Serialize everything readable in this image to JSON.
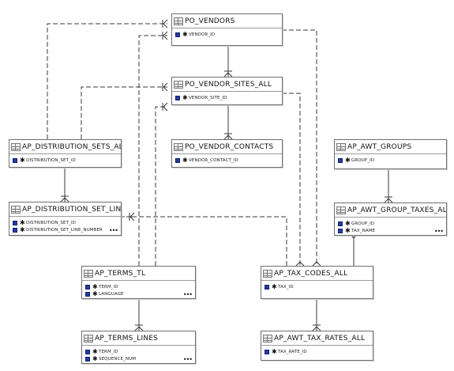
{
  "entities": {
    "po_vendors": {
      "name": "PO_VENDORS",
      "fields": [
        {
          "name": "VENDOR_ID"
        }
      ]
    },
    "po_vendor_sites_all": {
      "name": "PO_VENDOR_SITES_ALL",
      "fields": [
        {
          "name": "VENDOR_SITE_ID"
        }
      ]
    },
    "po_vendor_contacts": {
      "name": "PO_VENDOR_CONTACTS",
      "fields": [
        {
          "name": "VENDOR_CONTACT_ID"
        }
      ]
    },
    "ap_distribution_sets_all": {
      "name": "AP_DISTRIBUTION_SETS_ALL",
      "fields": [
        {
          "name": "DISTRIBUTION_SET_ID"
        }
      ]
    },
    "ap_distribution_set_lines_all": {
      "name": "AP_DISTRIBUTION_SET_LINES_A",
      "fields": [
        {
          "name": "DISTRIBUTION_SET_ID"
        },
        {
          "name": "DISTRIBUTION_SET_LINE_NUMBER"
        }
      ],
      "more": "•••"
    },
    "ap_awt_groups": {
      "name": "AP_AWT_GROUPS",
      "fields": [
        {
          "name": "GROUP_ID"
        }
      ]
    },
    "ap_awt_group_taxes_all": {
      "name": "AP_AWT_GROUP_TAXES_ALL",
      "fields": [
        {
          "name": "GROUP_ID"
        },
        {
          "name": "TAX_NAME"
        }
      ],
      "more": "•••"
    },
    "ap_terms_tl": {
      "name": "AP_TERMS_TL",
      "fields": [
        {
          "name": "TERM_ID"
        },
        {
          "name": "LANGUAGE"
        }
      ],
      "more": "•••"
    },
    "ap_tax_codes_all": {
      "name": "AP_TAX_CODES_ALL",
      "fields": [
        {
          "name": "TAX_ID"
        }
      ]
    },
    "ap_terms_lines": {
      "name": "AP_TERMS_LINES",
      "fields": [
        {
          "name": "TERM_ID"
        },
        {
          "name": "SEQUENCE_NUM"
        }
      ],
      "more": "•••"
    },
    "ap_awt_tax_rates_all": {
      "name": "AP_AWT_TAX_RATES_ALL",
      "fields": [
        {
          "name": "TAX_RATE_ID"
        }
      ]
    }
  },
  "icons": {
    "table": "table-icon",
    "key": "primary-key-icon",
    "mandatory": "mandatory-asterisk-icon",
    "more": "more-columns-ellipsis-icon"
  },
  "colors": {
    "line": "#3a3a3a",
    "border": "#6f6f6f",
    "key": "#2a3a9a"
  }
}
